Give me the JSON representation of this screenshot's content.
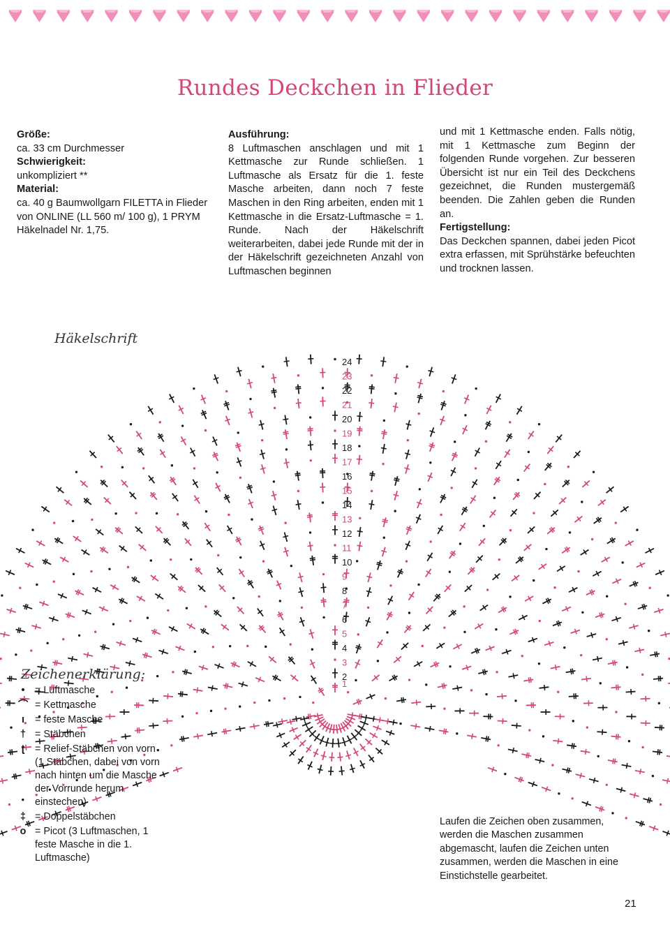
{
  "title": "Rundes Deckchen in Flieder",
  "colors": {
    "accent": "#d3467a",
    "text": "#1a1a1a",
    "heart": "#f08fb8"
  },
  "col1": {
    "size_label": "Größe:",
    "size_value": "ca. 33 cm Durchmesser",
    "difficulty_label": "Schwierigkeit:",
    "difficulty_value": "unkompliziert **",
    "material_label": "Material:",
    "material_value": "ca. 40 g Baumwollgarn FILETTA in Flieder von ONLINE (LL 560 m/ 100 g), 1 PRYM Häkelnadel Nr. 1,75."
  },
  "col2": {
    "label": "Ausführung:",
    "text": "8 Luftmaschen anschlagen und mit 1 Kettmasche zur Runde schließen. 1 Luftmasche als Ersatz für die 1. feste Masche arbeiten, dann noch 7 feste Maschen in den Ring arbeiten, enden mit 1 Kettmasche in die Ersatz-Luftmasche = 1. Runde. Nach der Häkelschrift weiterarbeiten, dabei jede Runde mit der in der Häkelschrift gezeichneten Anzahl von Luftmaschen beginnen"
  },
  "col3": {
    "text": "und mit 1 Kettmasche enden. Falls nötig, mit 1 Kettmasche zum Beginn der folgenden Runde vorgehen. Zur besseren Übersicht ist nur ein Teil des Deckchens gezeichnet, die Runden mustergemäß beenden. Die Zahlen geben die Runden an.",
    "finishing_label": "Fertigstellung:",
    "finishing_text": "Das Deckchen spannen, dabei jeden Picot extra erfassen, mit Sprühstärke befeuchten und trocknen lassen."
  },
  "diagram": {
    "heading": "Häkelschrift",
    "round_numbers": [
      "1",
      "2",
      "3",
      "4",
      "5",
      "6",
      "7",
      "8",
      "9",
      "10",
      "11",
      "12",
      "13",
      "14",
      "15",
      "16",
      "17",
      "18",
      "19",
      "20",
      "21",
      "22",
      "23",
      "24"
    ]
  },
  "legend": {
    "title": "Zeichenerklärung:",
    "items": [
      {
        "icon": "chain-stitch-icon",
        "symbol": "•",
        "text": "= Luftmasche"
      },
      {
        "icon": "slip-stitch-icon",
        "symbol": "⌒",
        "text": "= Kettmasche"
      },
      {
        "icon": "single-crochet-icon",
        "symbol": "ı",
        "text": "= feste Masche"
      },
      {
        "icon": "double-crochet-icon",
        "symbol": "†",
        "text": "= Stäbchen"
      },
      {
        "icon": "relief-stitch-icon",
        "symbol": "ʈ",
        "text": "= Relief-Stäbchen von vorn (1 Stäbchen, dabei von vorn nach hinten um die Masche der Vorrunde herum einstechen)"
      },
      {
        "icon": "treble-crochet-icon",
        "symbol": "‡",
        "text": "= Doppelstäbchen"
      },
      {
        "icon": "picot-icon",
        "symbol": "o",
        "text": "= Picot (3 Luftmaschen, 1 feste Masche in die 1. Luftmasche)"
      }
    ]
  },
  "note": "Laufen die Zeichen oben zusammen, werden die Maschen zusammen abgemascht, laufen die Zeichen unten zusammen, werden die Maschen in eine Einstichstelle gearbeitet.",
  "page_number": "21"
}
